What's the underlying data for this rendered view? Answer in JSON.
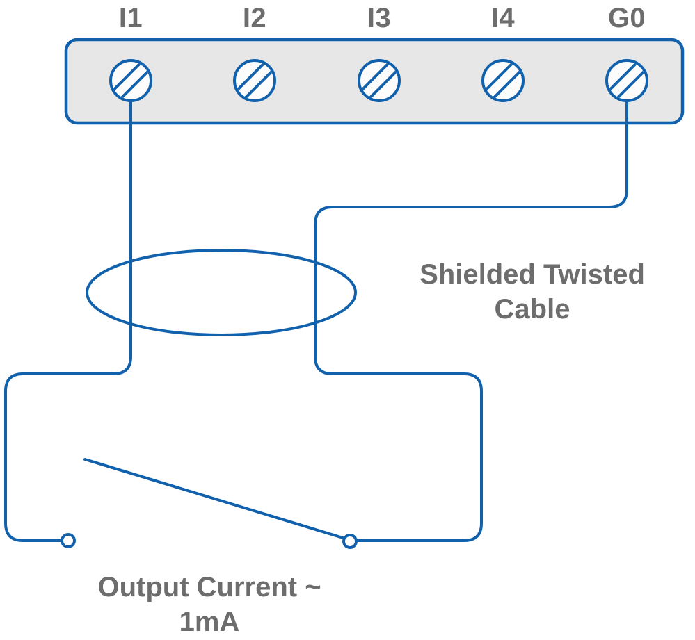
{
  "terminal_block": {
    "labels": [
      "I1",
      "I2",
      "I3",
      "I4",
      "G0"
    ]
  },
  "annotations": {
    "cable_label_line1": "Shielded Twisted",
    "cable_label_line2": "Cable",
    "output_label_line1": "Output Current ~",
    "output_label_line2": "1mA"
  },
  "colors": {
    "wire": "#1161ad",
    "block_fill": "#e7e7e7",
    "terminal_fill": "#fcfcfc",
    "label_text": "#6d6d6d",
    "background": "#ffffff"
  }
}
